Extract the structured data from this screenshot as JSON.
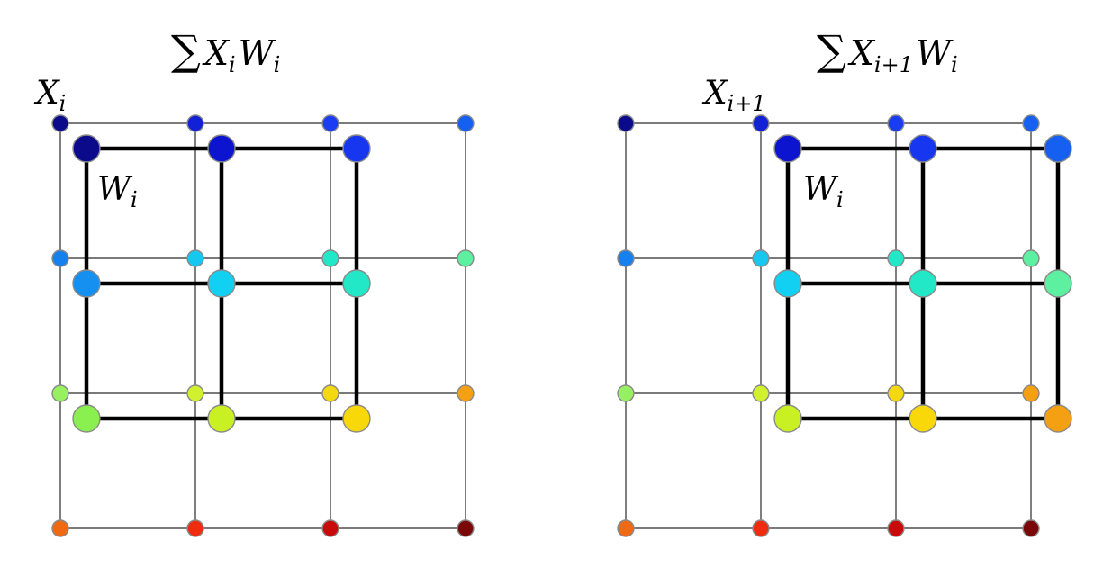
{
  "panels": [
    {
      "title": {
        "sum": "∑",
        "x": "X",
        "x_sub": "i",
        "w": "W",
        "w_sub": "i"
      },
      "input_label": {
        "main": "X",
        "sub": "i"
      },
      "kernel_label": {
        "main": "W",
        "sub": "i"
      }
    },
    {
      "title": {
        "sum": "∑",
        "x": "X",
        "x_sub": "i+1",
        "w": "W",
        "w_sub": "i"
      },
      "input_label": {
        "main": "X",
        "sub": "i+1"
      },
      "kernel_label": {
        "main": "W",
        "sub": "i"
      }
    }
  ],
  "input_grid": {
    "rows": 4,
    "cols": 4,
    "colors": [
      [
        "#0a0a8a",
        "#1220d6",
        "#1a3cf2",
        "#1560f0"
      ],
      [
        "#1580ee",
        "#16c8f0",
        "#22e8c8",
        "#5cf0a0"
      ],
      [
        "#96f060",
        "#d0f030",
        "#f4d810",
        "#f4a012"
      ],
      [
        "#f06a14",
        "#f02c10",
        "#c80a0a",
        "#7a0808"
      ]
    ]
  },
  "kernel_grid": {
    "rows": 3,
    "cols": 3,
    "colors": [
      [
        "#0a0a8a",
        "#0c14d0",
        "#1636f0"
      ],
      [
        "#1590f0",
        "#12d0f2",
        "#22e8c8"
      ],
      [
        "#8af050",
        "#c8f022",
        "#f8d808"
      ]
    ],
    "shifted_colors": [
      [
        "#0c14d0",
        "#1636f0",
        "#1560f0"
      ],
      [
        "#12d0f2",
        "#22e8c8",
        "#5cf0a0"
      ],
      [
        "#c8f022",
        "#f8d808",
        "#f4a012"
      ]
    ]
  }
}
